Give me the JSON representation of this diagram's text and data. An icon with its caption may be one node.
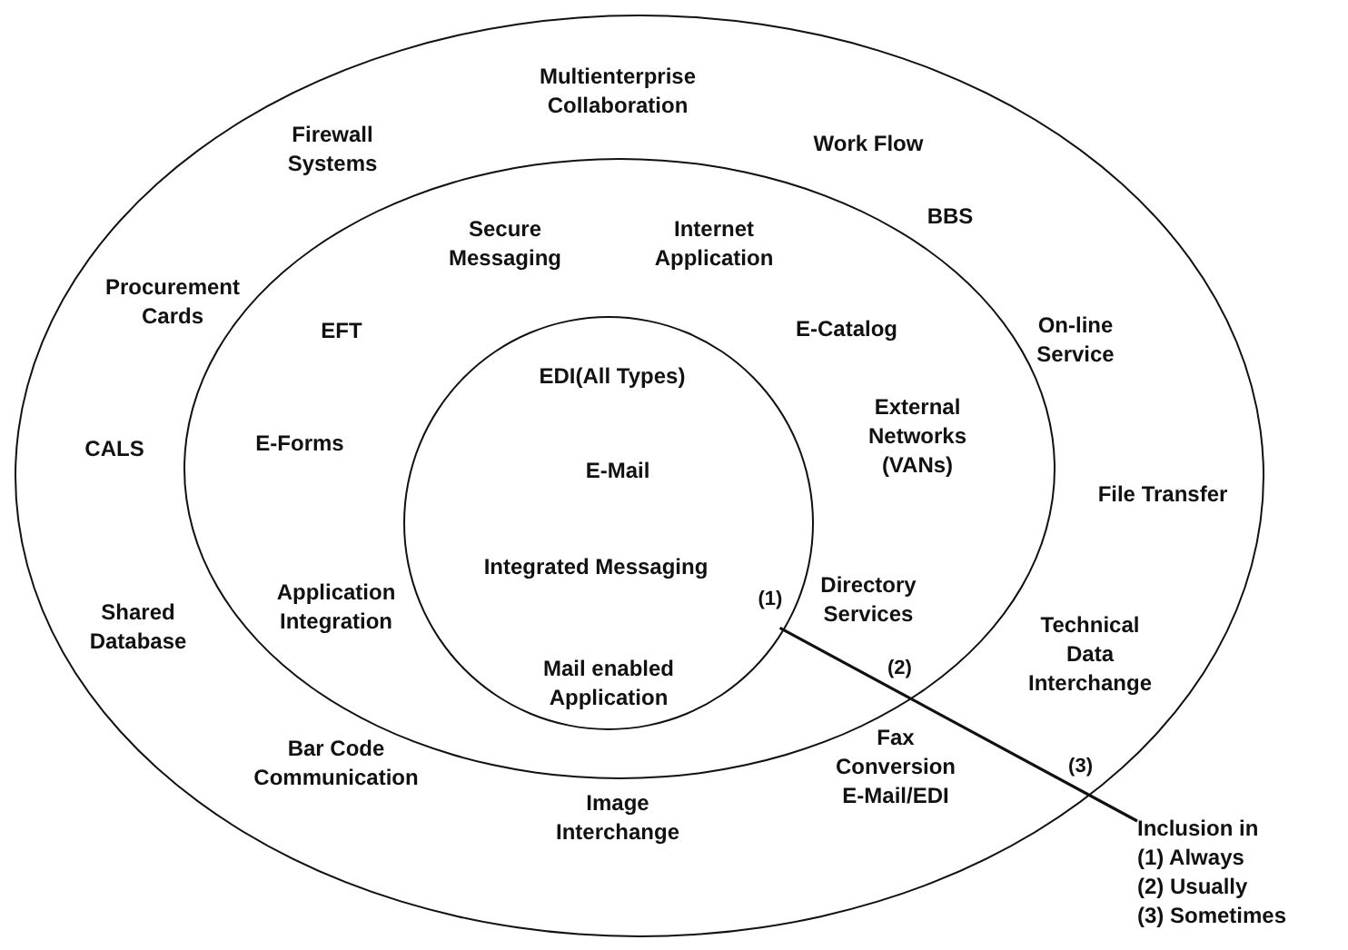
{
  "diagram": {
    "nodes": [
      {
        "text": [],
        "shape": "circle"
      },
      {
        "text": [],
        "shape": "circle",
        "in": 0
      },
      {
        "text": [],
        "shape": "circle",
        "in": 1
      },
      {
        "text": [
          "Inclusion in",
          "(1) Always",
          "(2) Usually",
          "(3) Sometimes"
        ]
      }
    ],
    "edges": [
      {
        "from": 3,
        "to": 2,
        "arrow": "none"
      }
    ],
    "labels": [
      "Multienterprise Collaboration",
      "Firewall Systems",
      "Work Flow",
      "Secure Messaging",
      "Internet Application",
      "BBS",
      "Procurement Cards",
      "EFT",
      "E-Catalog",
      "On-line Service",
      "EDI(All Types)",
      "CALS",
      "E-Forms",
      "External Networks (VANs)",
      "E-Mail",
      "File Transfer",
      "Integrated Messaging",
      "(1)",
      "Directory Services",
      "Application Integration",
      "Technical Data Interchange",
      "Shared Database",
      "(2)",
      "Mail enabled Application",
      "Bar Code Communication",
      "Fax Conversion E-Mail/EDI",
      "(3)",
      "Image Interchange"
    ]
  }
}
